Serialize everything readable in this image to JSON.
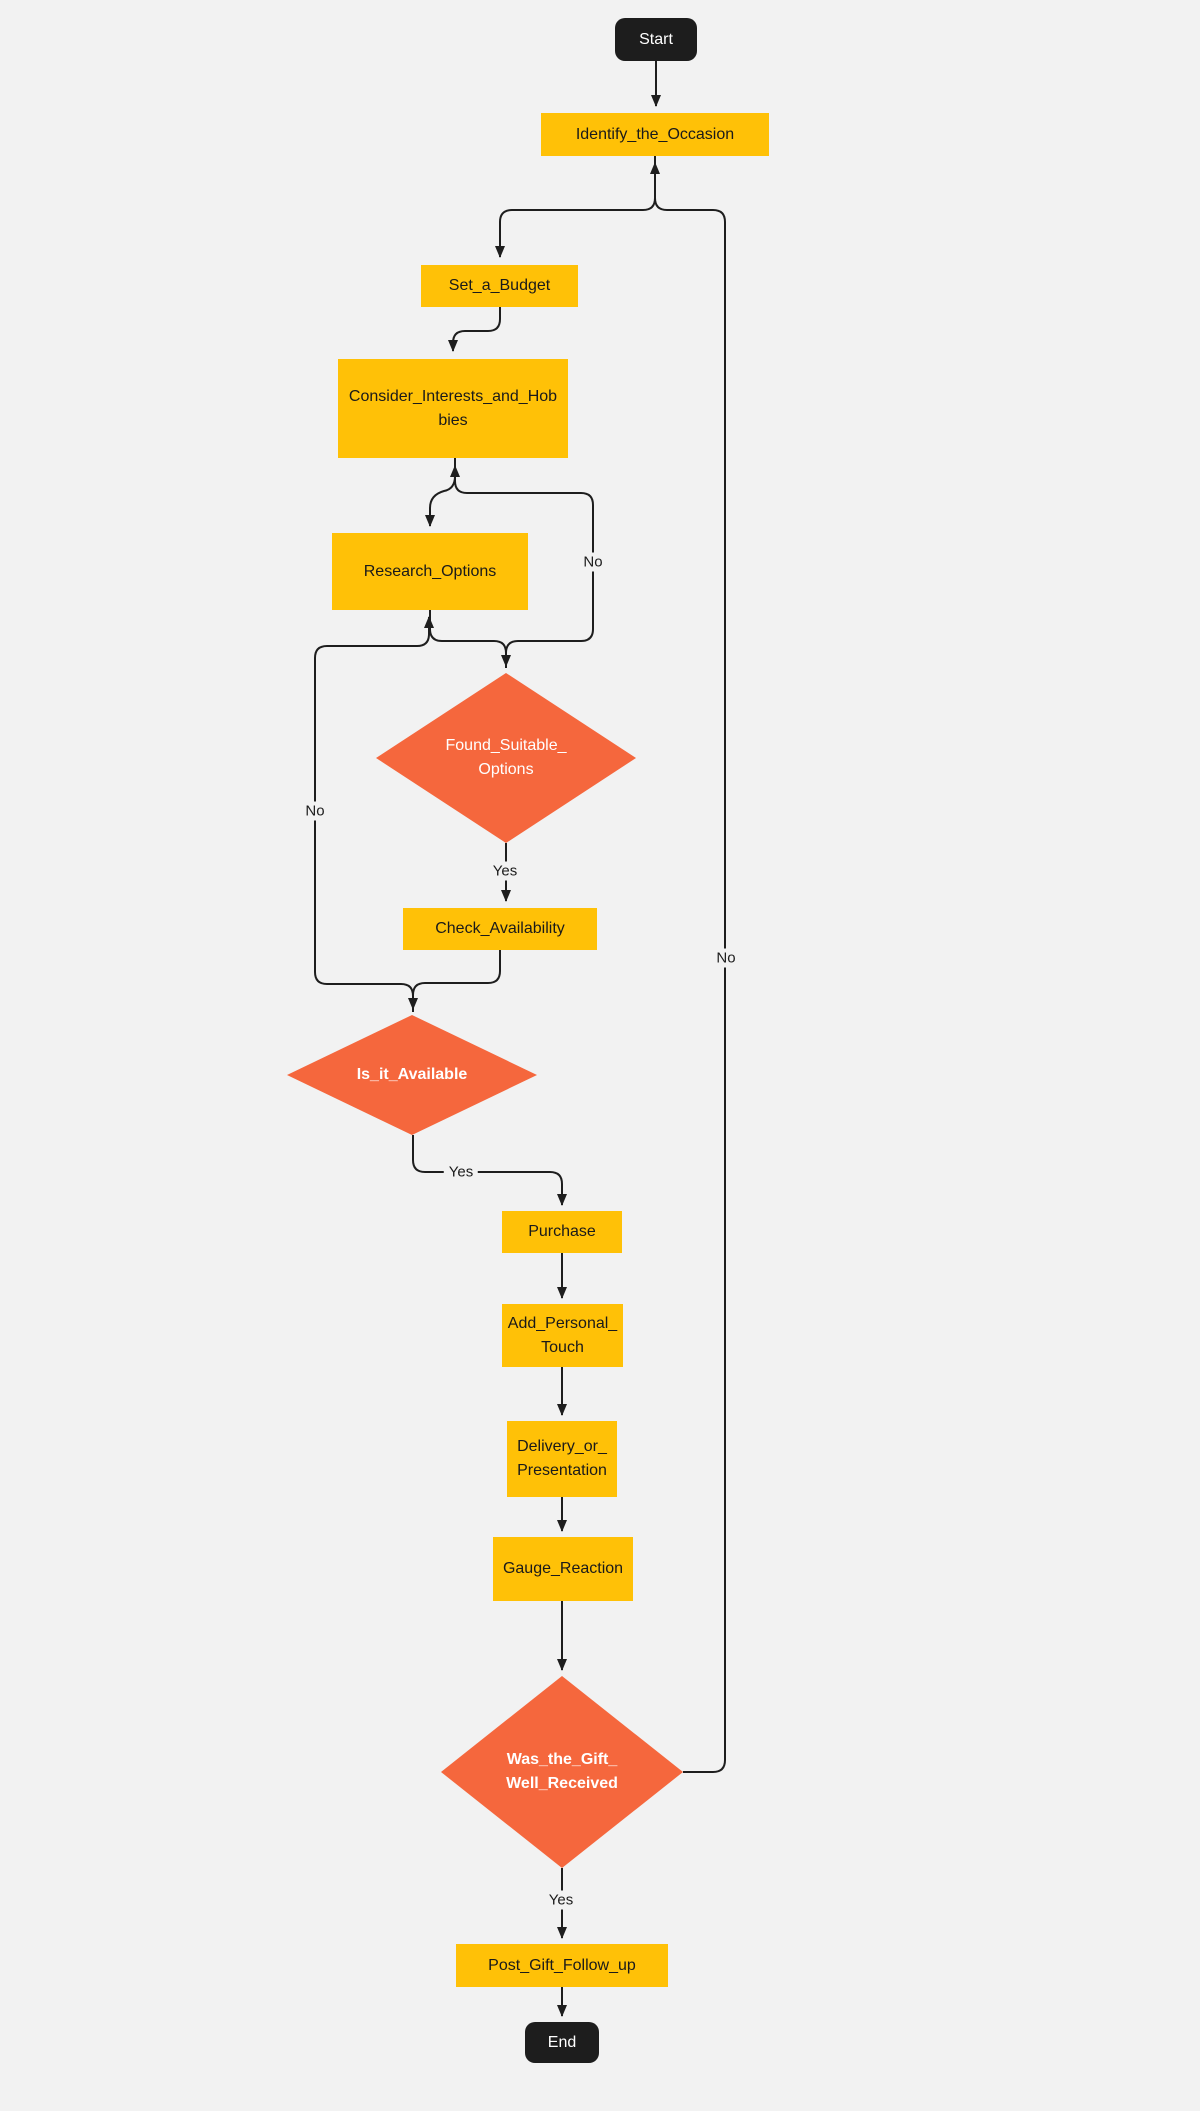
{
  "diagram": {
    "background_color": "#f2f2f2",
    "colors": {
      "process_fill": "#ffc107",
      "decision_fill": "#f5673d",
      "terminal_fill": "#1d1d1d",
      "edge_stroke": "#1e1e1e",
      "process_text": "#1a1a1a",
      "decision_text": "#ffffff",
      "terminal_text": "#ffffff",
      "edge_label_text": "#1c1c1c"
    },
    "nodes": [
      {
        "id": "start",
        "type": "terminal",
        "label": "Start",
        "lines": [
          "Start"
        ]
      },
      {
        "id": "identify",
        "type": "process",
        "label": "Identify_the_Occasion",
        "lines": [
          "Identify_the_Occasion"
        ]
      },
      {
        "id": "budget",
        "type": "process",
        "label": "Set_a_Budget",
        "lines": [
          "Set_a_Budget"
        ]
      },
      {
        "id": "consider",
        "type": "process",
        "label": "Consider_Interests_and_Hobbies",
        "lines": [
          "Consider_Interests_and_Hob",
          "bies"
        ]
      },
      {
        "id": "research",
        "type": "process",
        "label": "Research_Options",
        "lines": [
          "Research_Options"
        ]
      },
      {
        "id": "found",
        "type": "decision",
        "label": "Found_Suitable_Options",
        "lines": [
          "Found_Suitable_",
          "Options"
        ],
        "bold": false
      },
      {
        "id": "check",
        "type": "process",
        "label": "Check_Availability",
        "lines": [
          "Check_Availability"
        ]
      },
      {
        "id": "isit",
        "type": "decision",
        "label": "Is_it_Available",
        "lines": [
          "Is_it_Available"
        ],
        "bold": true
      },
      {
        "id": "purchase",
        "type": "process",
        "label": "Purchase",
        "lines": [
          "Purchase"
        ]
      },
      {
        "id": "touch",
        "type": "process",
        "label": "Add_Personal_Touch",
        "lines": [
          "Add_Personal_",
          "Touch"
        ]
      },
      {
        "id": "delivery",
        "type": "process",
        "label": "Delivery_or_Presentation",
        "lines": [
          "Delivery_or_",
          "Presentation"
        ]
      },
      {
        "id": "gauge",
        "type": "process",
        "label": "Gauge_Reaction",
        "lines": [
          "Gauge_Reaction"
        ]
      },
      {
        "id": "wasgift",
        "type": "decision",
        "label": "Was_the_Gift_Well_Received",
        "lines": [
          "Was_the_Gift_",
          "Well_Received"
        ],
        "bold": true
      },
      {
        "id": "postgift",
        "type": "process",
        "label": "Post_Gift_Follow_up",
        "lines": [
          "Post_Gift_Follow_up"
        ]
      },
      {
        "id": "end",
        "type": "terminal",
        "label": "End",
        "lines": [
          "End"
        ]
      }
    ],
    "edges": [
      {
        "from": "start",
        "to": "identify",
        "label": ""
      },
      {
        "from": "identify",
        "to": "budget",
        "label": ""
      },
      {
        "from": "budget",
        "to": "consider",
        "label": ""
      },
      {
        "from": "consider",
        "to": "research",
        "label": ""
      },
      {
        "from": "research",
        "to": "found",
        "label": ""
      },
      {
        "from": "found",
        "to": "check",
        "label": "Yes"
      },
      {
        "from": "found",
        "to": "consider",
        "label": "No"
      },
      {
        "from": "check",
        "to": "isit",
        "label": ""
      },
      {
        "from": "isit",
        "to": "purchase",
        "label": "Yes"
      },
      {
        "from": "isit",
        "to": "research",
        "label": "No"
      },
      {
        "from": "purchase",
        "to": "touch",
        "label": ""
      },
      {
        "from": "touch",
        "to": "delivery",
        "label": ""
      },
      {
        "from": "delivery",
        "to": "gauge",
        "label": ""
      },
      {
        "from": "gauge",
        "to": "wasgift",
        "label": ""
      },
      {
        "from": "wasgift",
        "to": "postgift",
        "label": "Yes"
      },
      {
        "from": "wasgift",
        "to": "identify",
        "label": "No"
      },
      {
        "from": "postgift",
        "to": "end",
        "label": ""
      }
    ]
  }
}
